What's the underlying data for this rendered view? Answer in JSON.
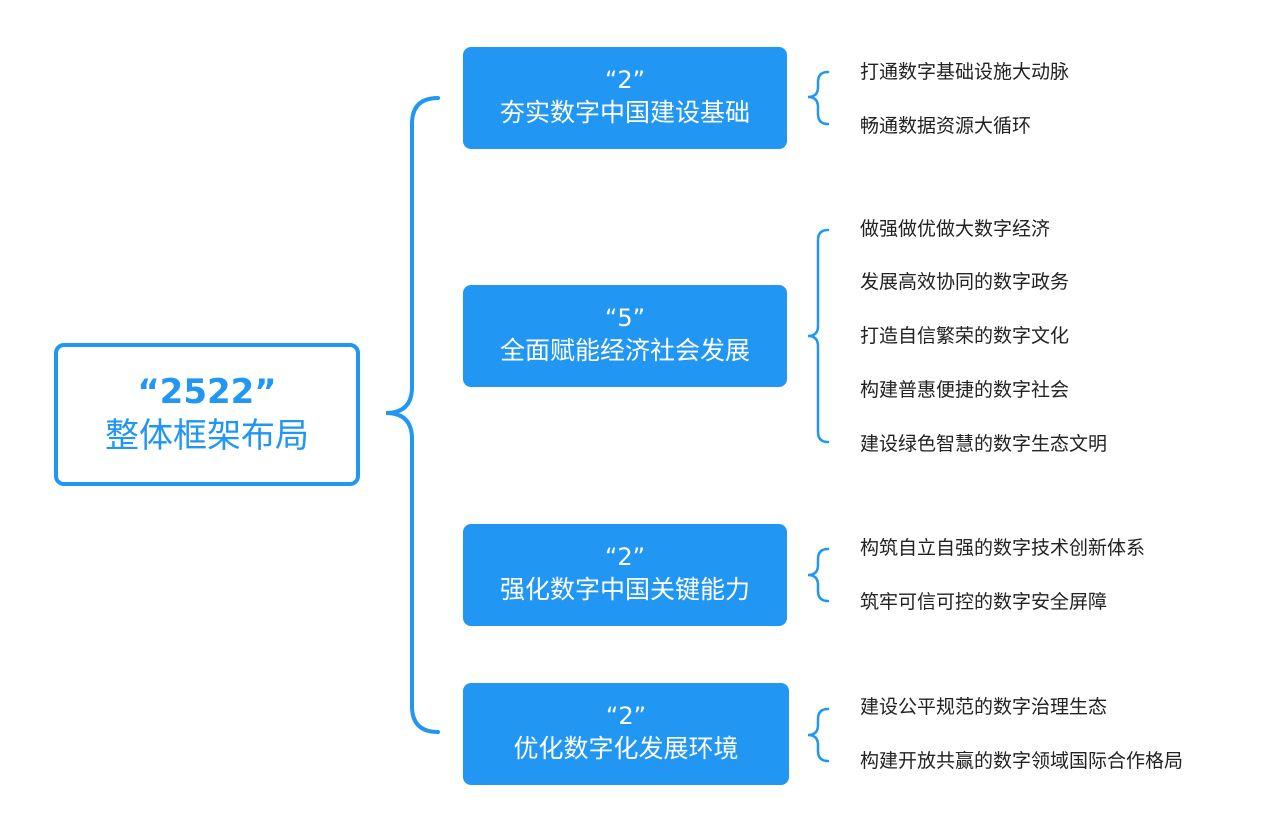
{
  "root": {
    "number": "“2522”",
    "title": "整体框架布局"
  },
  "groups": [
    {
      "number": "“2”",
      "title": "夯实数字中国建设基础",
      "items": [
        "打通数字基础设施大动脉",
        "畅通数据资源大循环"
      ]
    },
    {
      "number": "“5”",
      "title": "全面赋能经济社会发展",
      "items": [
        "做强做优做大数字经济",
        "发展高效协同的数字政务",
        "打造自信繁荣的数字文化",
        "构建普惠便捷的数字社会",
        "建设绿色智慧的数字生态文明"
      ]
    },
    {
      "number": "“2”",
      "title": "强化数字中国关键能力",
      "items": [
        "构筑自立自强的数字技术创新体系",
        "筑牢可信可控的数字安全屏障"
      ]
    },
    {
      "number": "“2”",
      "title": "优化数字化发展环境",
      "items": [
        "建设公平规范的数字治理生态",
        "构建开放共赢的数字领域国际合作格局"
      ]
    }
  ],
  "colors": {
    "accent": "#2196f3",
    "text": "#222222",
    "background": "#ffffff"
  }
}
